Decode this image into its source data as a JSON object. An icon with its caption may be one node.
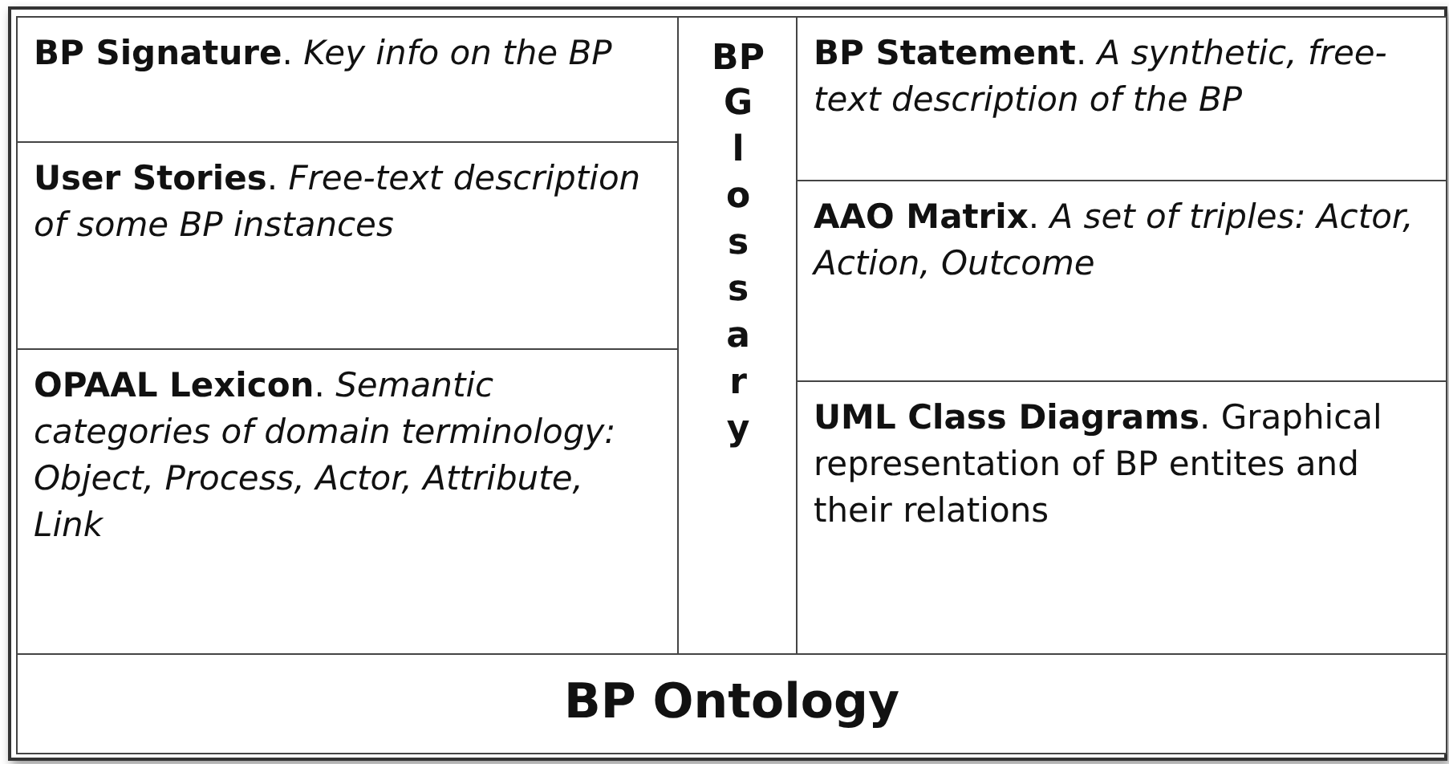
{
  "diagram": {
    "nodes": [
      {
        "text": [
          "**BP Signature**. *Key info on the BP*"
        ]
      },
      {
        "text": [
          "**User Stories**. *Free-text description of some BP instances*"
        ]
      },
      {
        "text": [
          "**OPAAL Lexicon**. *Semantic categories of domain terminology: Object, Process, Actor, Attribute, Link*"
        ]
      },
      {
        "text": [
          "BP Glossary"
        ]
      },
      {
        "text": [
          "**BP Statement**. *A synthetic, free-text description of the BP*"
        ]
      },
      {
        "text": [
          "**AAO Matrix**. *A set of triples: Actor, Action, Outcome*"
        ]
      },
      {
        "text": [
          "**UML Class Diagrams**. Graphical representation of BP entites and their relations"
        ]
      },
      {
        "text": [
          "BP Ontology"
        ]
      }
    ]
  }
}
